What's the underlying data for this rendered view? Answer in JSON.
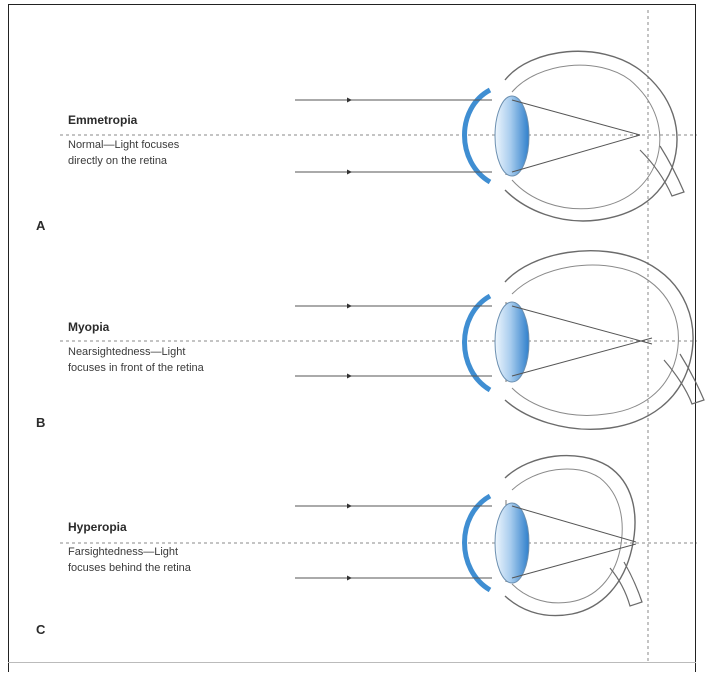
{
  "colors": {
    "outline": "#6b6b6b",
    "line": "#555555",
    "lens_light": "#e8f2fb",
    "lens_dark": "#3e8fd6",
    "cornea": "#3f8ed2"
  },
  "panels": [
    {
      "letter": "A",
      "title": "Emmetropia",
      "description_line1": "Normal—Light focuses",
      "description_line2": "directly on the retina"
    },
    {
      "letter": "B",
      "title": "Myopia",
      "description_line1": "Nearsightedness—Light",
      "description_line2": "focuses in front of the retina"
    },
    {
      "letter": "C",
      "title": "Hyperopia",
      "description_line1": "Farsightedness—Light",
      "description_line2": "focuses behind the retina"
    }
  ]
}
